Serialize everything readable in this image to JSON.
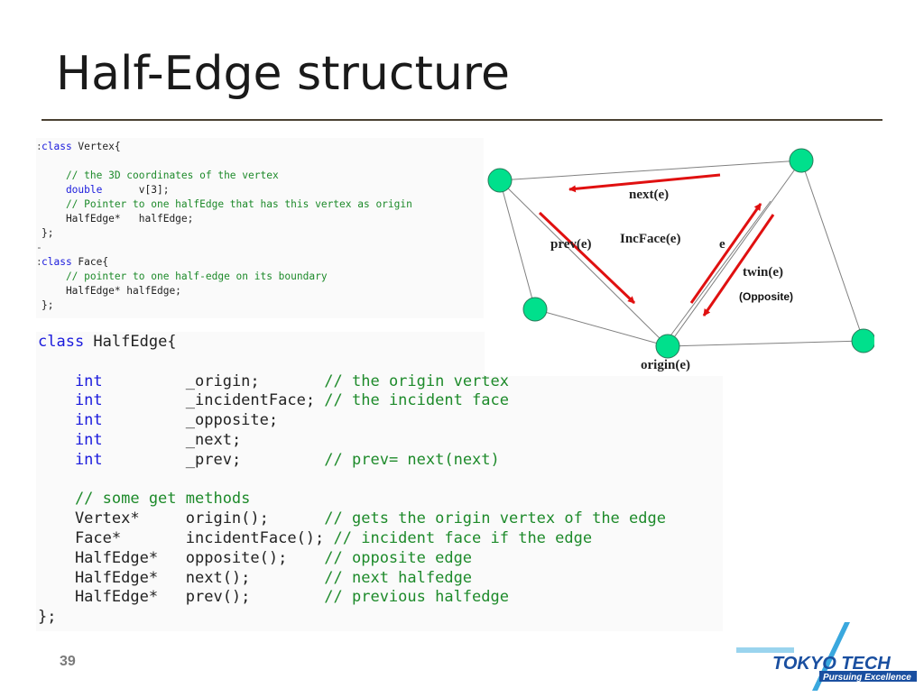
{
  "slide": {
    "title": "Half-Edge structure",
    "number": "39"
  },
  "code_top": {
    "lines": [
      [
        {
          "t": "class",
          "c": "kw"
        },
        {
          "t": " Vertex{",
          "c": "tx"
        }
      ],
      [],
      [
        {
          "t": "    // the 3D coordinates of the vertex",
          "c": "cm"
        }
      ],
      [
        {
          "t": "    double",
          "c": "kw"
        },
        {
          "t": "      v[3];",
          "c": "tx"
        }
      ],
      [
        {
          "t": "    // Pointer to one halfEdge that has this vertex as origin",
          "c": "cm"
        }
      ],
      [
        {
          "t": "    HalfEdge*   halfEdge;",
          "c": "tx"
        }
      ],
      [
        {
          "t": "};",
          "c": "tx"
        }
      ],
      [],
      [
        {
          "t": "class",
          "c": "kw"
        },
        {
          "t": " Face{",
          "c": "tx"
        }
      ],
      [
        {
          "t": "    // pointer to one half-edge on its boundary",
          "c": "cm"
        }
      ],
      [
        {
          "t": "    HalfEdge* halfEdge;",
          "c": "tx"
        }
      ],
      [
        {
          "t": "};",
          "c": "tx"
        }
      ]
    ]
  },
  "code_bottom": {
    "lines": [
      [
        {
          "t": "class",
          "c": "kw"
        },
        {
          "t": " HalfEdge{",
          "c": "tx"
        }
      ],
      [],
      [
        {
          "t": "    int",
          "c": "kw"
        },
        {
          "t": "         _origin;       ",
          "c": "tx"
        },
        {
          "t": "// the origin vertex",
          "c": "cm"
        }
      ],
      [
        {
          "t": "    int",
          "c": "kw"
        },
        {
          "t": "         _incidentFace; ",
          "c": "tx"
        },
        {
          "t": "// the incident face",
          "c": "cm"
        }
      ],
      [
        {
          "t": "    int",
          "c": "kw"
        },
        {
          "t": "         _opposite;",
          "c": "tx"
        }
      ],
      [
        {
          "t": "    int",
          "c": "kw"
        },
        {
          "t": "         _next;",
          "c": "tx"
        }
      ],
      [
        {
          "t": "    int",
          "c": "kw"
        },
        {
          "t": "         _prev;         ",
          "c": "tx"
        },
        {
          "t": "// prev= next(next)",
          "c": "cm"
        }
      ],
      [],
      [
        {
          "t": "    // some get methods",
          "c": "cm"
        }
      ],
      [
        {
          "t": "    Vertex*     origin();      ",
          "c": "tx"
        },
        {
          "t": "// gets the origin vertex of the edge",
          "c": "cm"
        }
      ],
      [
        {
          "t": "    Face*       incidentFace(); ",
          "c": "tx"
        },
        {
          "t": "// incident face if the edge",
          "c": "cm"
        }
      ],
      [
        {
          "t": "    HalfEdge*   opposite();    ",
          "c": "tx"
        },
        {
          "t": "// opposite edge",
          "c": "cm"
        }
      ],
      [
        {
          "t": "    HalfEdge*   next();        ",
          "c": "tx"
        },
        {
          "t": "// next halfedge",
          "c": "cm"
        }
      ],
      [
        {
          "t": "    HalfEdge*   prev();        ",
          "c": "tx"
        },
        {
          "t": "// previous halfedge",
          "c": "cm"
        }
      ],
      [
        {
          "t": "};",
          "c": "tx"
        }
      ]
    ]
  },
  "diagram": {
    "labels": {
      "next": "next(e)",
      "prev": "prev(e)",
      "incface": "IncFace(e)",
      "e": "e",
      "twin": "twin(e)",
      "opposite": "(Opposite)",
      "origin": "origin(e)"
    },
    "colors": {
      "vertex": "#00e08c",
      "arrow": "#e01010",
      "edge": "#808080"
    }
  },
  "logo": {
    "name": "TOKYO TECH",
    "tagline": "Pursuing Excellence",
    "color": "#1a4fa0"
  }
}
